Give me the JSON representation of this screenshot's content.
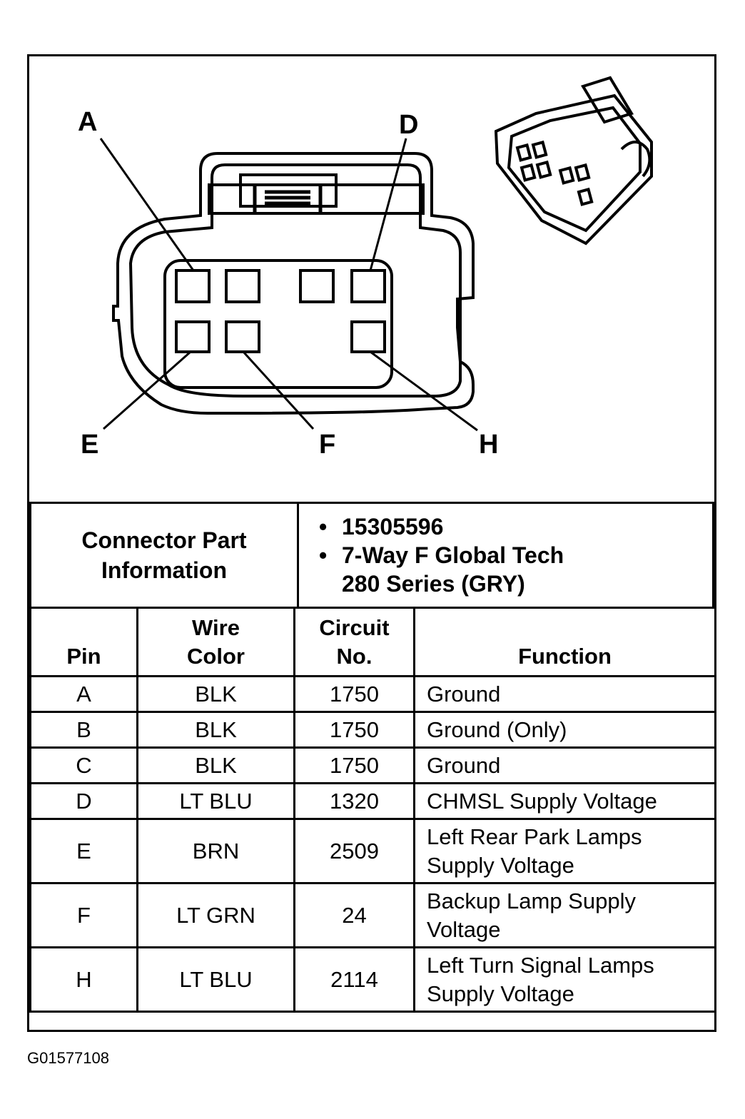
{
  "pin_labels": {
    "A": "A",
    "D": "D",
    "E": "E",
    "F": "F",
    "H": "H"
  },
  "connector_info": {
    "label": "Connector Part Information",
    "label_line1": "Connector Part",
    "label_line2": "Information",
    "part_number": "15305596",
    "description_line1": "7-Way F Global Tech",
    "description_line2": "280 Series (GRY)"
  },
  "pin_table": {
    "headers": {
      "pin": "Pin",
      "wire_color_line1": "Wire",
      "wire_color_line2": "Color",
      "circuit_line1": "Circuit",
      "circuit_line2": "No.",
      "function": "Function"
    },
    "rows": [
      {
        "pin": "A",
        "wire": "BLK",
        "circuit": "1750",
        "function": "Ground",
        "function2": ""
      },
      {
        "pin": "B",
        "wire": "BLK",
        "circuit": "1750",
        "function": "Ground (Only)",
        "function2": ""
      },
      {
        "pin": "C",
        "wire": "BLK",
        "circuit": "1750",
        "function": "Ground",
        "function2": ""
      },
      {
        "pin": "D",
        "wire": "LT BLU",
        "circuit": "1320",
        "function": "CHMSL Supply Voltage",
        "function2": ""
      },
      {
        "pin": "E",
        "wire": "BRN",
        "circuit": "2509",
        "function": "Left Rear Park Lamps",
        "function2": "Supply Voltage"
      },
      {
        "pin": "F",
        "wire": "LT GRN",
        "circuit": "24",
        "function": "Backup Lamp Supply",
        "function2": "Voltage"
      },
      {
        "pin": "H",
        "wire": "LT BLU",
        "circuit": "2114",
        "function": "Left Turn Signal Lamps",
        "function2": "Supply Voltage"
      }
    ]
  },
  "figure_id": "G01577108"
}
